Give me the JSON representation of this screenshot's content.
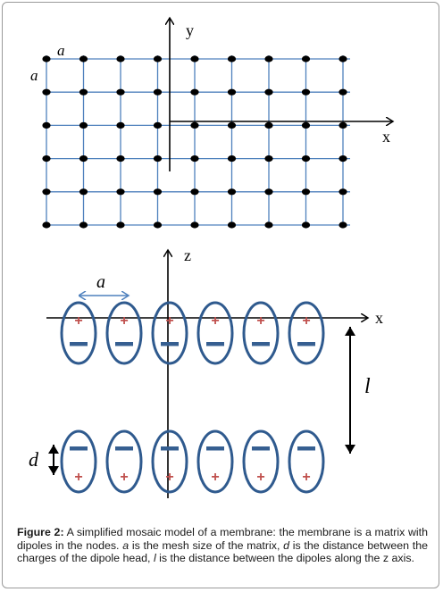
{
  "top_diagram": {
    "axis_y_label": "y",
    "axis_x_label": "x",
    "mesh_label_horizontal": "a",
    "mesh_label_vertical": "a",
    "grid_rows": 6,
    "grid_cols": 9,
    "line_color": "#4f81bd",
    "node_color": "#000000"
  },
  "bottom_diagram": {
    "axis_z_label": "z",
    "axis_x_label": "x",
    "spacing_label": "a",
    "distance_label": "l",
    "charge_gap_label": "d",
    "dipoles_per_row": 6,
    "rows": 2,
    "plus_symbol": "+",
    "ellipse_color": "#2f5a8e",
    "minus_color": "#365f91",
    "plus_color": "#c0504d",
    "arrow_color": "#4f81bd"
  },
  "caption": {
    "figure_label": "Figure 2:",
    "seg1": " A simplified mosaic model of a membrane: the membrane is a matrix with dipoles in the nodes. ",
    "var_a": "a",
    "seg2": " is the mesh size of the matrix, ",
    "var_d": "d",
    "seg3": " is the distance between the charges of the dipole head, ",
    "var_l": "l",
    "seg4": " is the distance between the dipoles along the z axis."
  }
}
